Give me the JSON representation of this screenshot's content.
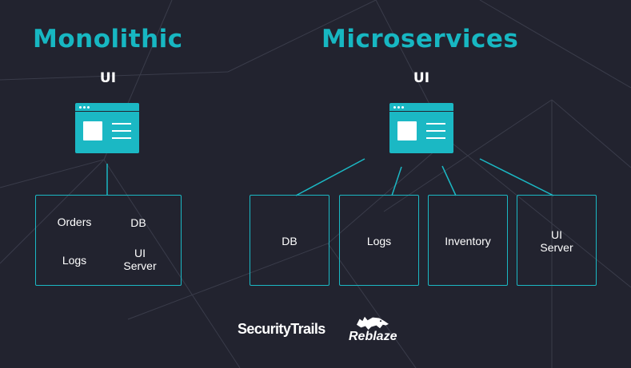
{
  "monolithic": {
    "title": "Monolithic",
    "ui_label": "UI",
    "components": [
      "Orders",
      "DB",
      "Logs",
      "UI\nServer"
    ]
  },
  "microservices": {
    "title": "Microservices",
    "ui_label": "UI",
    "services": [
      "DB",
      "Logs",
      "Inventory",
      "UI\nServer"
    ]
  },
  "logos": {
    "securitytrails": "SecurityTrails",
    "reblaze": "Reblaze"
  },
  "colors": {
    "accent": "#1bb8c4",
    "background": "#22232f",
    "text": "#ffffff"
  }
}
